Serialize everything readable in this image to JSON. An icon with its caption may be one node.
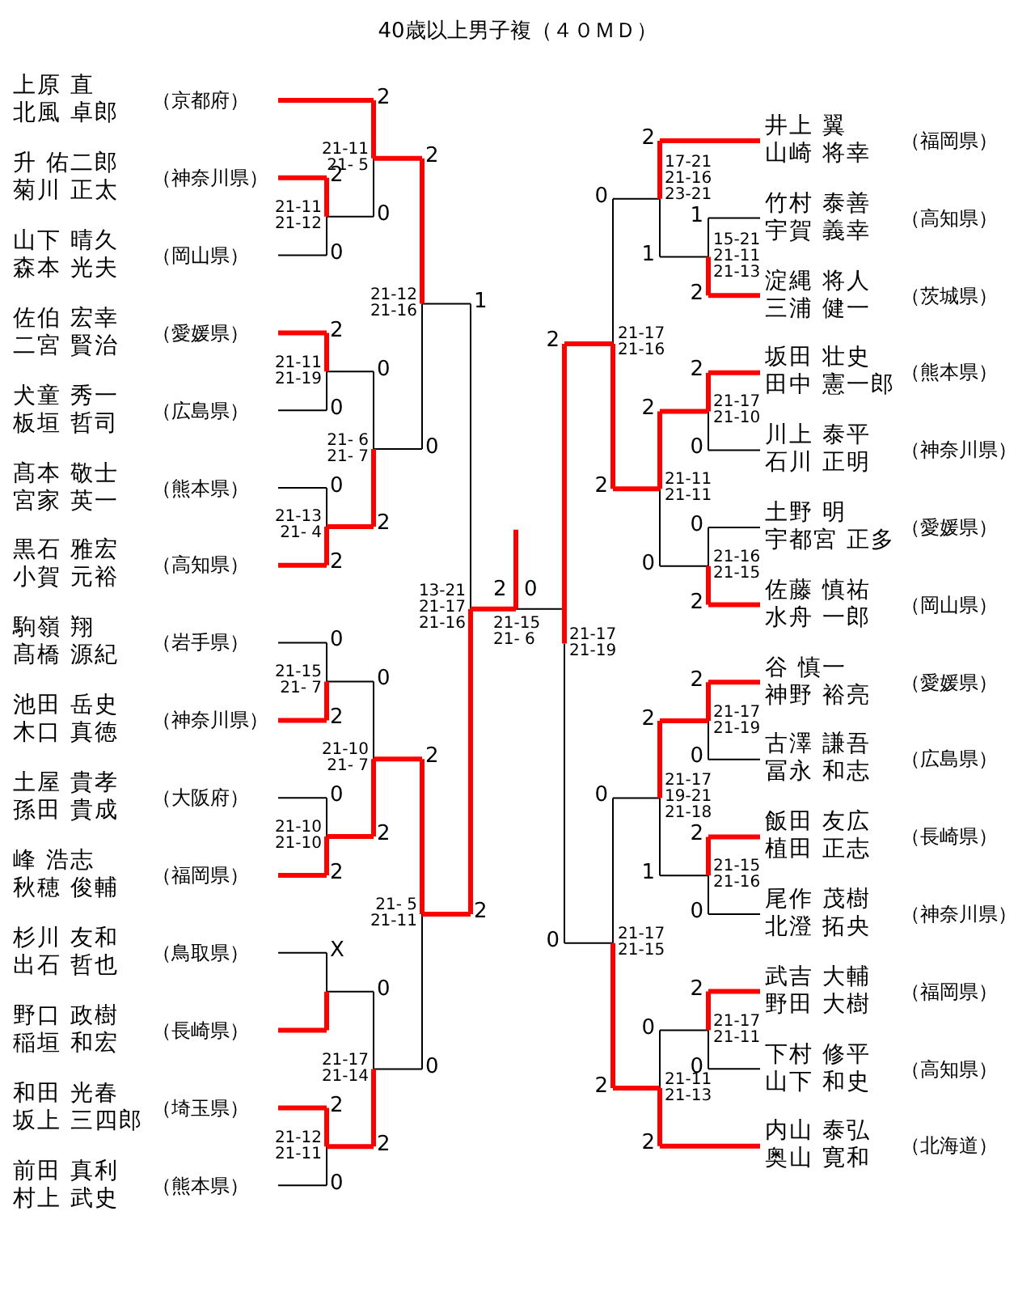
{
  "diagram": {
    "title": "40歳以上男子複（４０ＭＤ）",
    "nodes": [
      {
        "text": [
          "上原 直",
          "北風 卓郎"
        ],
        "beside": [
          "（京都府）"
        ]
      },
      {
        "text": [
          "升 佑二郎",
          "菊川 正太"
        ],
        "beside": [
          "（神奈川県）"
        ]
      },
      {
        "text": [
          "山下 晴久",
          "森本 光夫"
        ],
        "beside": [
          "（岡山県）"
        ]
      },
      {
        "text": [
          "佐伯 宏幸",
          "二宮 賢治"
        ],
        "beside": [
          "（愛媛県）"
        ]
      },
      {
        "text": [
          "犬童 秀一",
          "板垣 哲司"
        ],
        "beside": [
          "（広島県）"
        ]
      },
      {
        "text": [
          "髙本 敬士",
          "宮家 英一"
        ],
        "beside": [
          "（熊本県）"
        ]
      },
      {
        "text": [
          "黒石 雅宏",
          "小賀 元裕"
        ],
        "beside": [
          "（高知県）"
        ]
      },
      {
        "text": [
          "駒嶺 翔",
          "髙橋 源紀"
        ],
        "beside": [
          "（岩手県）"
        ]
      },
      {
        "text": [
          "池田 岳史",
          "木口 真徳"
        ],
        "beside": [
          "（神奈川県）"
        ]
      },
      {
        "text": [
          "土屋 貴孝",
          "孫田 貴成"
        ],
        "beside": [
          "（大阪府）"
        ]
      },
      {
        "text": [
          "峰 浩志",
          "秋穂 俊輔"
        ],
        "beside": [
          "（福岡県）"
        ]
      },
      {
        "text": [
          "杉川 友和",
          "出石 哲也"
        ],
        "beside": [
          "（鳥取県）"
        ]
      },
      {
        "text": [
          "野口 政樹",
          "稲垣 和宏"
        ],
        "beside": [
          "（長崎県）"
        ]
      },
      {
        "text": [
          "和田 光春",
          "坂上 三四郎"
        ],
        "beside": [
          "（埼玉県）"
        ]
      },
      {
        "text": [
          "前田 真利",
          "村上 武史"
        ],
        "beside": [
          "（熊本県）"
        ]
      },
      {
        "text": [
          "井上 翼",
          "山崎 将幸"
        ],
        "beside": [
          "（福岡県）"
        ]
      },
      {
        "text": [
          "竹村 泰善",
          "宇賀 義幸"
        ],
        "beside": [
          "（高知県）"
        ]
      },
      {
        "text": [
          "淀縄 将人",
          "三浦 健一"
        ],
        "beside": [
          "（茨城県）"
        ]
      },
      {
        "text": [
          "坂田 壮史",
          "田中 憲一郎"
        ],
        "beside": [
          "（熊本県）"
        ]
      },
      {
        "text": [
          "川上 泰平",
          "石川 正明"
        ],
        "beside": [
          "（神奈川県）"
        ]
      },
      {
        "text": [
          "土野 明",
          "宇都宮 正多"
        ],
        "beside": [
          "（愛媛県）"
        ]
      },
      {
        "text": [
          "佐藤 慎祐",
          "水舟 一郎"
        ],
        "beside": [
          "（岡山県）"
        ]
      },
      {
        "text": [
          "谷 慎一",
          "神野 裕亮"
        ],
        "beside": [
          "（愛媛県）"
        ]
      },
      {
        "text": [
          "古澤 謙吾",
          "冨永 和志"
        ],
        "beside": [
          "（広島県）"
        ]
      },
      {
        "text": [
          "飯田 友広",
          "植田 正志"
        ],
        "beside": [
          "（長崎県）"
        ]
      },
      {
        "text": [
          "尾作 茂樹",
          "北澄 拓央"
        ],
        "beside": [
          "（神奈川県）"
        ]
      },
      {
        "text": [
          "武吉 大輔",
          "野田 大樹"
        ],
        "beside": [
          "（福岡県）"
        ]
      },
      {
        "text": [
          "下村 修平",
          "山下 和史"
        ],
        "beside": [
          "（高知県）"
        ]
      },
      {
        "text": [
          "内山 泰弘",
          "奥山 寛和"
        ],
        "beside": [
          "（北海道）"
        ]
      }
    ],
    "labels": [
      "2",
      "0",
      "21-11",
      "21-12",
      "2",
      "0",
      "21-11",
      "21- 5",
      "2",
      "0",
      "21-11",
      "21-19",
      "0",
      "2",
      "21-13",
      "21- 4",
      "0",
      "2",
      "21- 6",
      "21- 7",
      "2",
      "0",
      "21-12",
      "21-16",
      "0",
      "2",
      "21-15",
      "21- 7",
      "0",
      "2",
      "21-10",
      "21-10",
      "0",
      "2",
      "21-10",
      "21- 7",
      "X",
      "2",
      "0",
      "21-12",
      "21-11",
      "0",
      "2",
      "21-17",
      "21-14",
      "2",
      "0",
      "21- 5",
      "21-11",
      "1",
      "2",
      "13-21",
      "21-17",
      "21-16",
      "1",
      "2",
      "15-21",
      "21-11",
      "21-13",
      "2",
      "1",
      "17-21",
      "21-16",
      "23-21",
      "2",
      "0",
      "21-17",
      "21-10",
      "0",
      "2",
      "21-16",
      "21-15",
      "2",
      "0",
      "21-11",
      "21-11",
      "0",
      "2",
      "21-17",
      "21-16",
      "2",
      "0",
      "21-17",
      "21-19",
      "2",
      "0",
      "21-15",
      "21-16",
      "2",
      "1",
      "21-17",
      "19-21",
      "21-18",
      "2",
      "0",
      "21-17",
      "21-11",
      "0",
      "2",
      "21-11",
      "21-13",
      "0",
      "2",
      "21-17",
      "21-15",
      "2",
      "0",
      "21-17",
      "21-19",
      "2",
      "0",
      "21-15",
      "21- 6"
    ]
  }
}
